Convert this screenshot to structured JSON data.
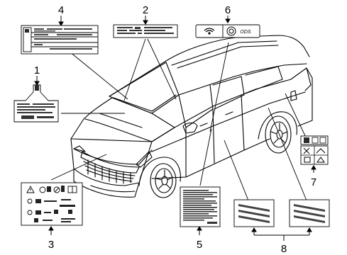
{
  "diagram": {
    "callouts": {
      "c1": "1",
      "c2": "2",
      "c3": "3",
      "c4": "4",
      "c5": "5",
      "c6": "6",
      "c7": "7",
      "c8": "8"
    },
    "label6_text": "ODS"
  },
  "colors": {
    "line": "#000000",
    "label_fill": "#ffffff",
    "dark_fill": "#2a2a2a",
    "stripe": "#444444"
  }
}
